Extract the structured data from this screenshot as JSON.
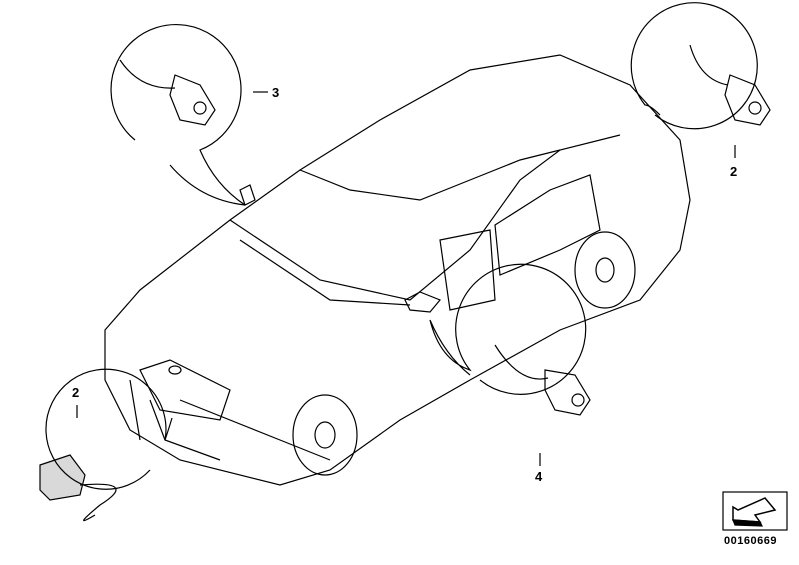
{
  "diagram": {
    "callouts": [
      {
        "number": "3",
        "part": "camera-side-mirror-left"
      },
      {
        "number": "2",
        "part": "camera-rear"
      },
      {
        "number": "2",
        "part": "camera-front"
      },
      {
        "number": "4",
        "part": "camera-side-mirror-right"
      }
    ],
    "image_code": "00160669"
  }
}
